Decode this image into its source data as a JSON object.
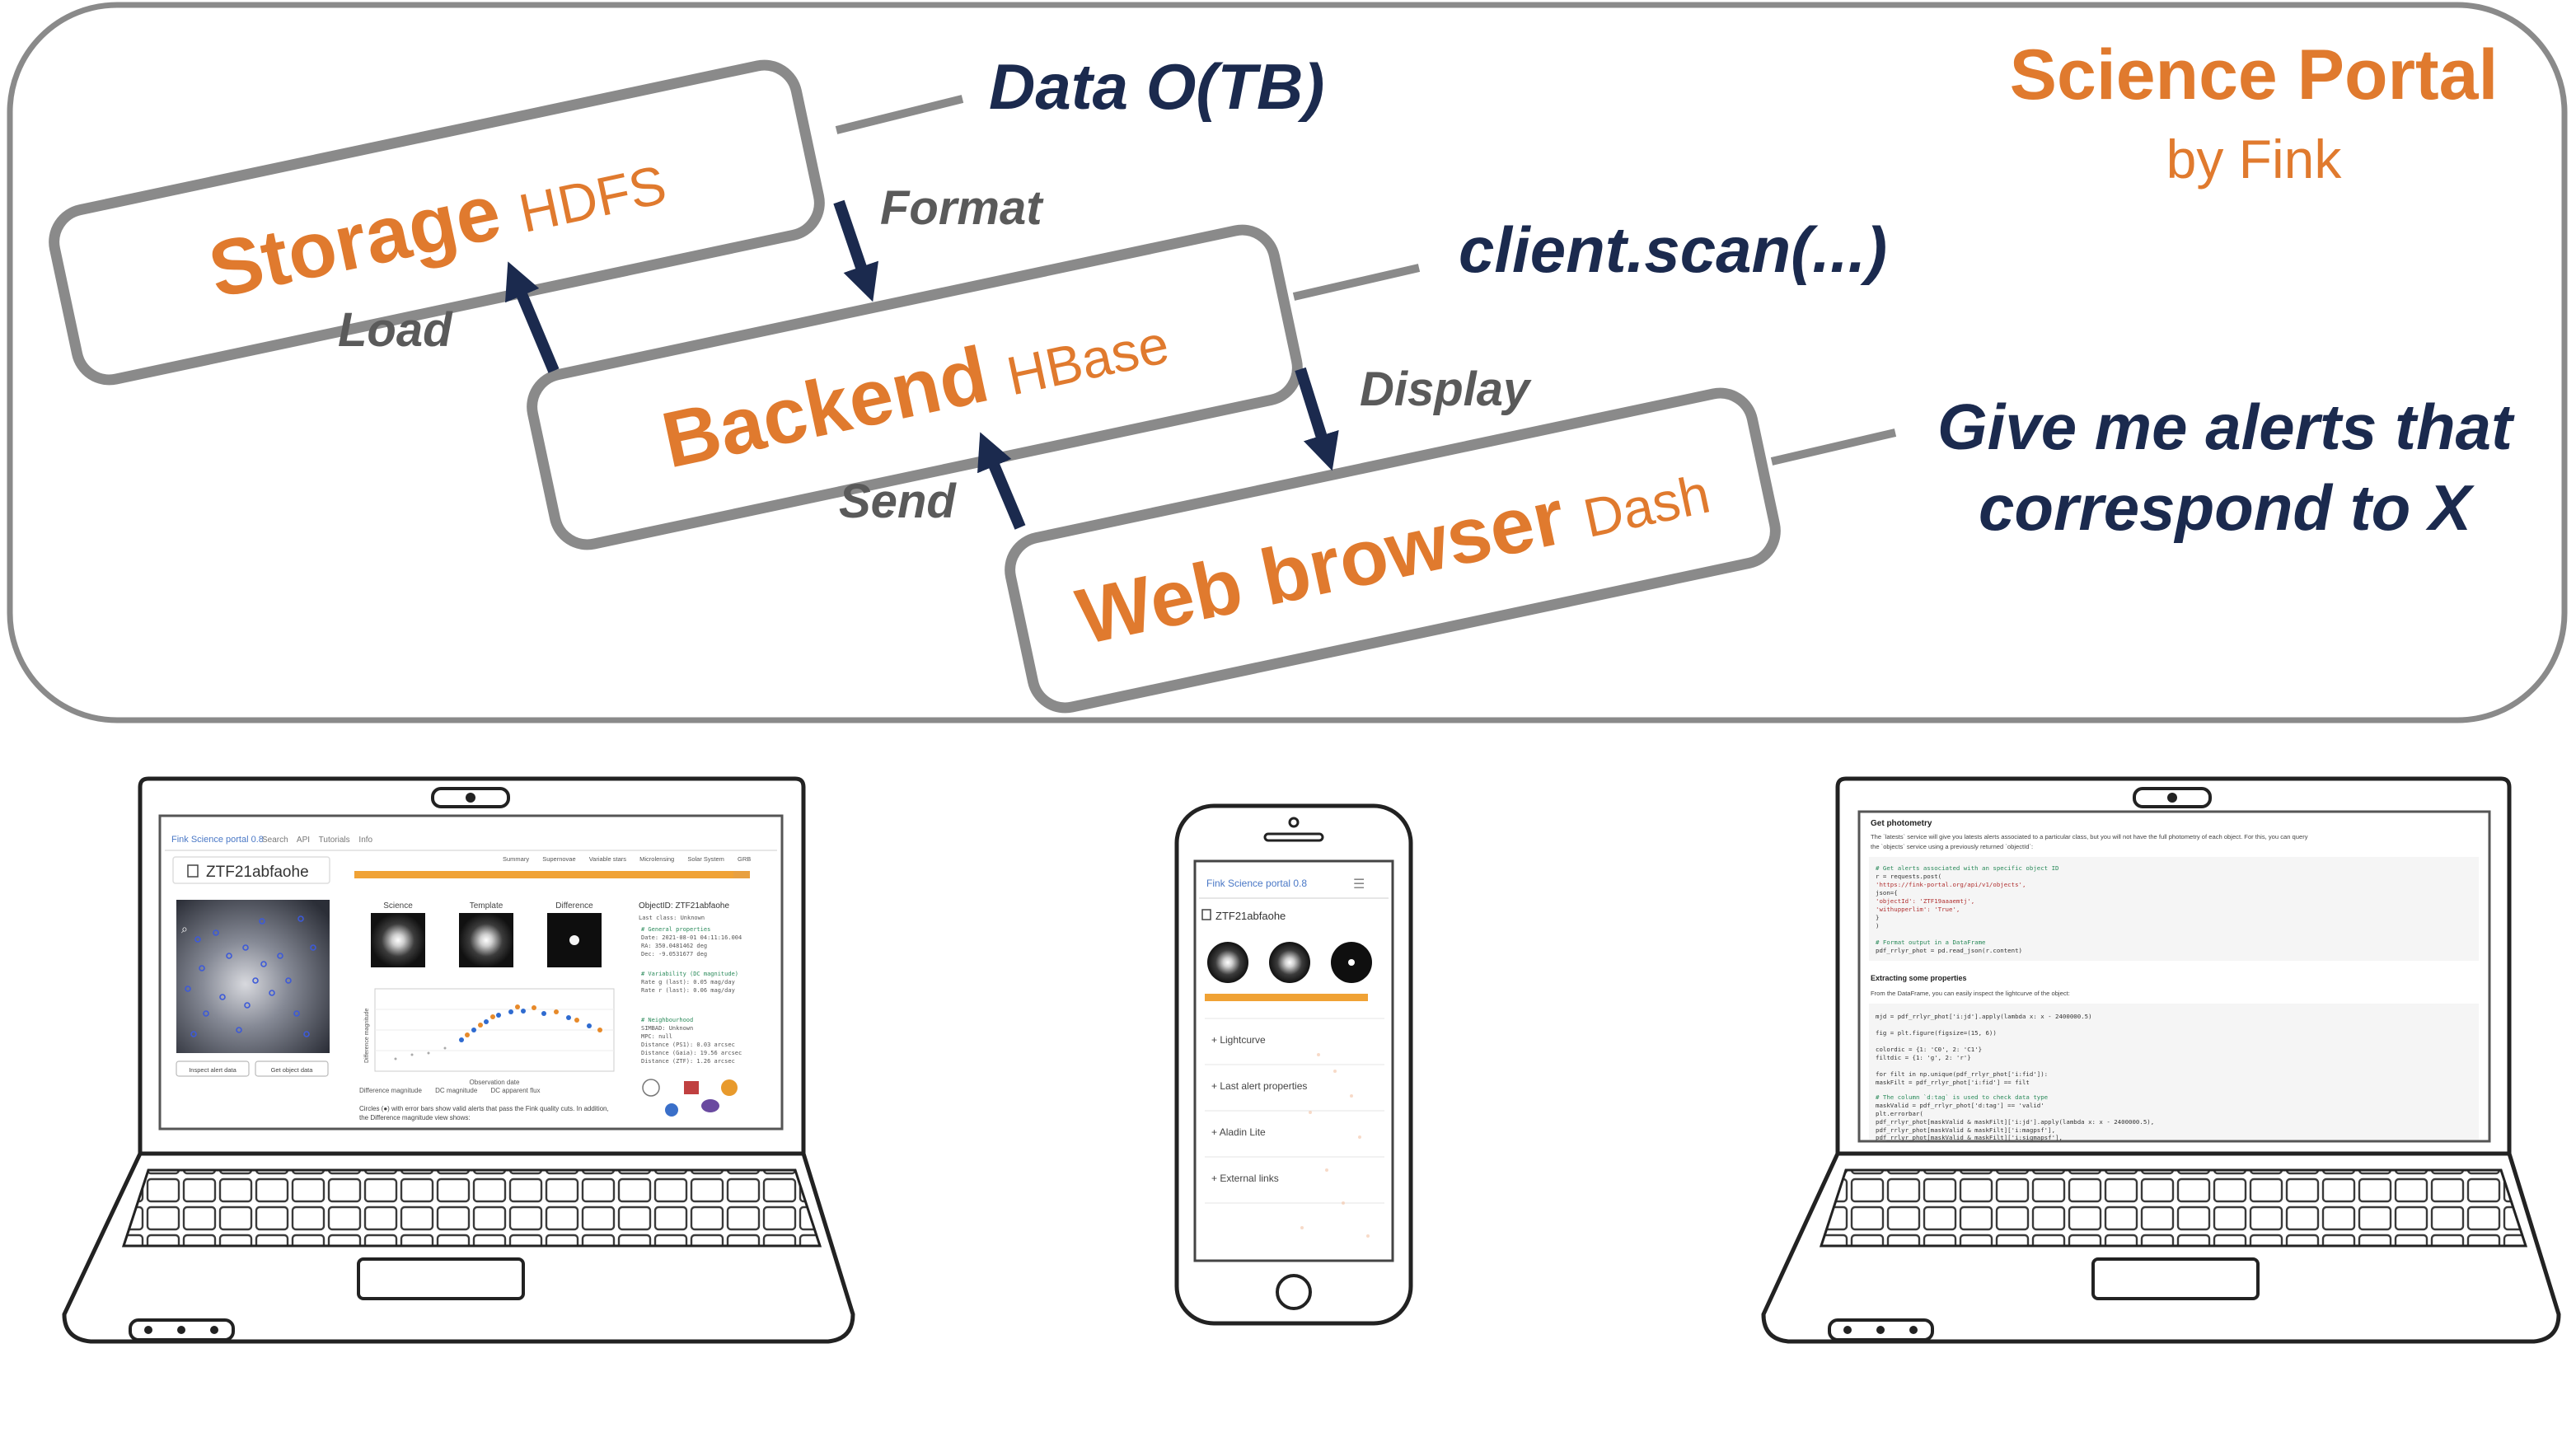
{
  "portal": {
    "title": "Science Portal",
    "subtitle": "by Fink"
  },
  "layers": {
    "storage": {
      "name": "Storage",
      "tech": "HDFS"
    },
    "backend": {
      "name": "Backend",
      "tech": "HBase"
    },
    "browser": {
      "name": "Web browser",
      "tech": "Dash"
    }
  },
  "flows": {
    "format": "Format",
    "load": "Load",
    "display": "Display",
    "send": "Send"
  },
  "annotations": {
    "data": "Data O(TB)",
    "client": "client.scan(...)",
    "query_line1": "Give me alerts that",
    "query_line2": "correspond to X"
  },
  "laptop_left": {
    "brand": "Fink Science portal 0.8",
    "nav": [
      "Search",
      "API",
      "Tutorials",
      "Info"
    ],
    "tabs": [
      "Summary",
      "Supernovae",
      "Variable stars",
      "Microlensing",
      "Solar System",
      "GRB"
    ],
    "object_id": "ZTF21abfaohe",
    "stamps": [
      "Science",
      "Template",
      "Difference"
    ],
    "info_title": "ObjectID: ZTF21abfaohe",
    "info_lines": [
      "Last class: Unknown",
      "# General properties",
      "Date: 2021-08-01 04:11:16.004",
      "RA: 350.0481462 deg",
      "Dec: -9.0531677 deg",
      "# Variability (DC magnitude)",
      "Rate g (last): 0.05 mag/day",
      "Rate r (last): 0.06 mag/day",
      "# Neighbourhood",
      "SIMBAD: Unknown",
      "MPC: null",
      "Distance (PS1): 0.03 arcsec",
      "Distance (Gaia): 19.56 arcsec",
      "Distance (ZTF): 1.26 arcsec"
    ],
    "buttons": [
      "Inspect alert data",
      "Get object data"
    ],
    "legend": [
      "Difference magnitude",
      "DC magnitude",
      "DC apparent flux"
    ],
    "plot_xlabel": "Observation date",
    "plot_ylabel": "Difference magnitude",
    "caption_line1": "Circles (●) with error bars show valid alerts that pass the Fink quality cuts. In addition,",
    "caption_line2": "the Difference magnitude view shows:"
  },
  "phone": {
    "brand": "Fink Science portal 0.8",
    "object_id": "ZTF21abfaohe",
    "sections": [
      "Lightcurve",
      "Last alert properties",
      "Aladin Lite",
      "External links"
    ]
  },
  "laptop_right": {
    "heading1": "Get photometry",
    "intro_line1": "The `latests` service will give you latests alerts associated to a particular class, but you will not have the full photometry of each object. For this, you can query",
    "intro_line2": "the `objects` service using a previously returned `objectId`:",
    "code1": [
      "# Get alerts associated with an specific object ID",
      "r = requests.post(",
      "  'https://fink-portal.org/api/v1/objects',",
      "  json={",
      "    'objectId': 'ZTF19aaaemtj',",
      "    'withupperlim': 'True',",
      "  }",
      ")",
      "",
      "# Format output in a DataFrame",
      "pdf_rrlyr_phot = pd.read_json(r.content)"
    ],
    "heading2": "Extracting some properties",
    "intro2": "From the DataFrame, you can easily inspect the lightcurve of the object:",
    "code2": [
      "mjd = pdf_rrlyr_phot['i:jd'].apply(lambda x: x - 2400000.5)",
      "",
      "fig = plt.figure(figsize=(15, 6))",
      "",
      "colordic = {1: 'C0', 2: 'C1'}",
      "filtdic = {1: 'g', 2: 'r'}",
      "",
      "for filt in np.unique(pdf_rrlyr_phot['i:fid']):",
      "    maskFilt = pdf_rrlyr_phot['i:fid'] == filt",
      "",
      "    # The column `d:tag` is used to check data type",
      "    maskValid = pdf_rrlyr_phot['d:tag'] == 'valid'",
      "    plt.errorbar(",
      "        pdf_rrlyr_phot[maskValid & maskFilt]['i:jd'].apply(lambda x: x - 2400000.5),",
      "        pdf_rrlyr_phot[maskValid & maskFilt]['i:magpsf'],",
      "        pdf_rrlyr_phot[maskValid & maskFilt]['i:sigmapsf'],"
    ]
  }
}
